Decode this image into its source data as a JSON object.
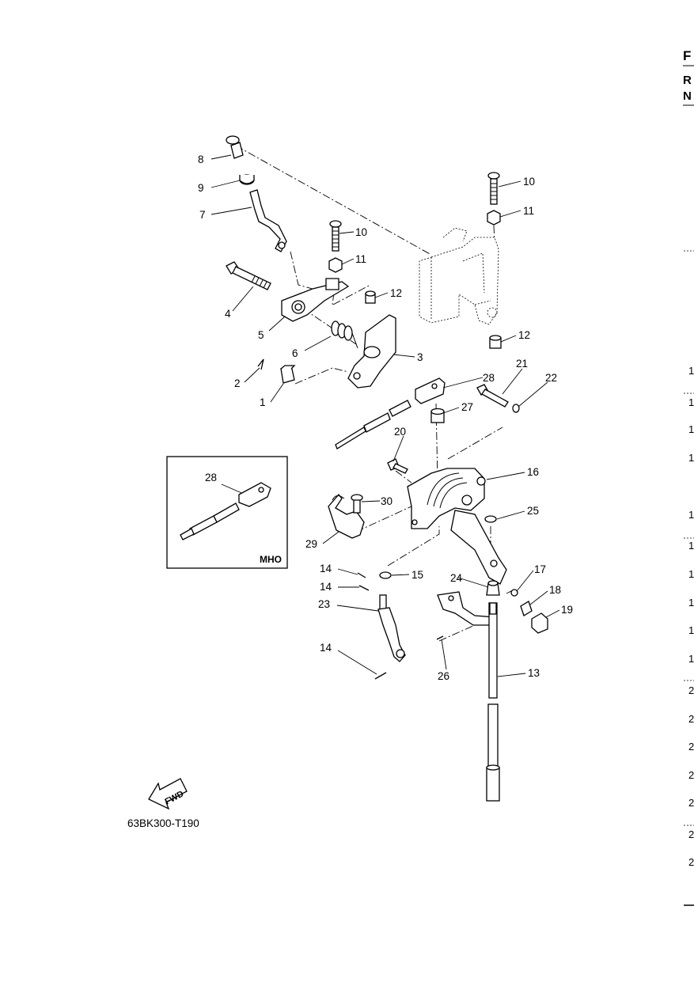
{
  "diagram": {
    "drawing_code": "63BK300-T190",
    "inset_label": "MHO",
    "fwd_label": "FWD",
    "callouts": [
      {
        "id": "c8",
        "text": "8"
      },
      {
        "id": "c9",
        "text": "9"
      },
      {
        "id": "c7",
        "text": "7"
      },
      {
        "id": "c10a",
        "text": "10"
      },
      {
        "id": "c11a",
        "text": "11"
      },
      {
        "id": "c12a",
        "text": "12"
      },
      {
        "id": "c4",
        "text": "4"
      },
      {
        "id": "c5",
        "text": "5"
      },
      {
        "id": "c6",
        "text": "6"
      },
      {
        "id": "c3",
        "text": "3"
      },
      {
        "id": "c2",
        "text": "2"
      },
      {
        "id": "c1",
        "text": "1"
      },
      {
        "id": "c10b",
        "text": "10"
      },
      {
        "id": "c11b",
        "text": "11"
      },
      {
        "id": "c12b",
        "text": "12"
      },
      {
        "id": "c21",
        "text": "21"
      },
      {
        "id": "c22",
        "text": "22"
      },
      {
        "id": "c28",
        "text": "28"
      },
      {
        "id": "c27",
        "text": "27"
      },
      {
        "id": "c20",
        "text": "20"
      },
      {
        "id": "c16",
        "text": "16"
      },
      {
        "id": "c30",
        "text": "30"
      },
      {
        "id": "c25",
        "text": "25"
      },
      {
        "id": "c29",
        "text": "29"
      },
      {
        "id": "c14a",
        "text": "14"
      },
      {
        "id": "c14b",
        "text": "14"
      },
      {
        "id": "c15",
        "text": "15"
      },
      {
        "id": "c24",
        "text": "24"
      },
      {
        "id": "c17",
        "text": "17"
      },
      {
        "id": "c18",
        "text": "18"
      },
      {
        "id": "c19",
        "text": "19"
      },
      {
        "id": "c23",
        "text": "23"
      },
      {
        "id": "c14c",
        "text": "14"
      },
      {
        "id": "c26",
        "text": "26"
      },
      {
        "id": "c13",
        "text": "13"
      },
      {
        "id": "c28i",
        "text": "28"
      }
    ]
  },
  "right_edge": {
    "header_letters": [
      "F",
      "R",
      "N"
    ],
    "fragments": [
      "1",
      "1",
      "1",
      "1",
      "1",
      "1",
      "1",
      "1",
      "1",
      "1",
      "2",
      "2",
      "2",
      "2",
      "2",
      "2",
      "2"
    ]
  }
}
